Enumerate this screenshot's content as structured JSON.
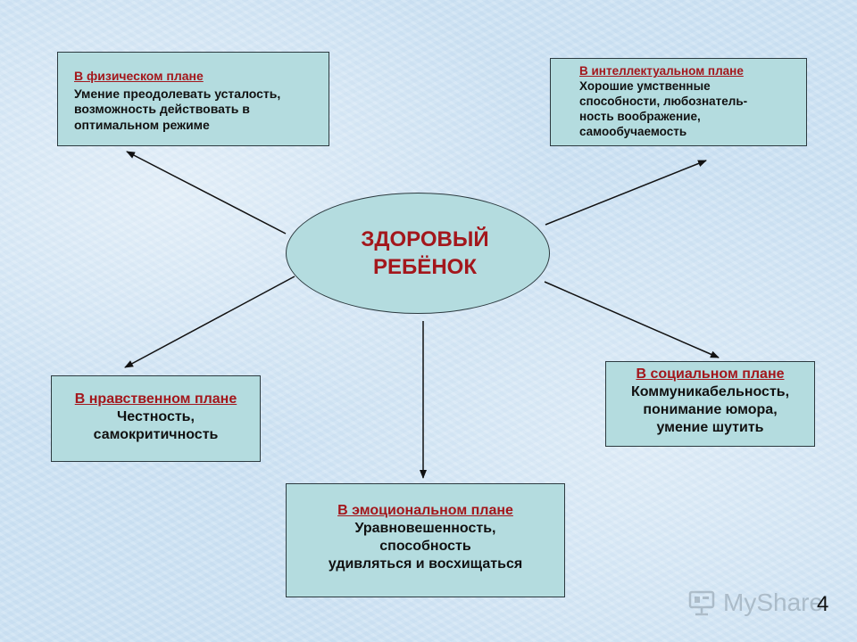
{
  "center": {
    "title": "ЗДОРОВЫЙ\nРЕБЁНОК"
  },
  "boxes": {
    "physical": {
      "heading": "В физическом плане",
      "text": "Умение преодолевать усталость,\nвозможность действовать в\nоптимальном режиме"
    },
    "intellectual": {
      "heading": "В интеллектуальном плане",
      "text": "Хорошие умственные\nспособности, любознатель-\nность воображение,\nсамообучаемость"
    },
    "moral": {
      "heading": "В нравственном плане",
      "text": "Честность,\nсамокритичность"
    },
    "social": {
      "heading": "В социальном плане",
      "text": "Коммуникабельность,\nпонимание юмора,\nумение шутить"
    },
    "emotional": {
      "heading": "В эмоциональном плане",
      "text": "Уравновешенность,\nспособность\nудивляться и восхищаться"
    }
  },
  "watermark": {
    "text": "MyShare",
    "icon": "projector-icon"
  },
  "page_number": "4",
  "colors": {
    "background": "#cde2f3",
    "box_fill": "#b4dcdf",
    "heading": "#a3171c",
    "border": "#2c3a3f"
  }
}
